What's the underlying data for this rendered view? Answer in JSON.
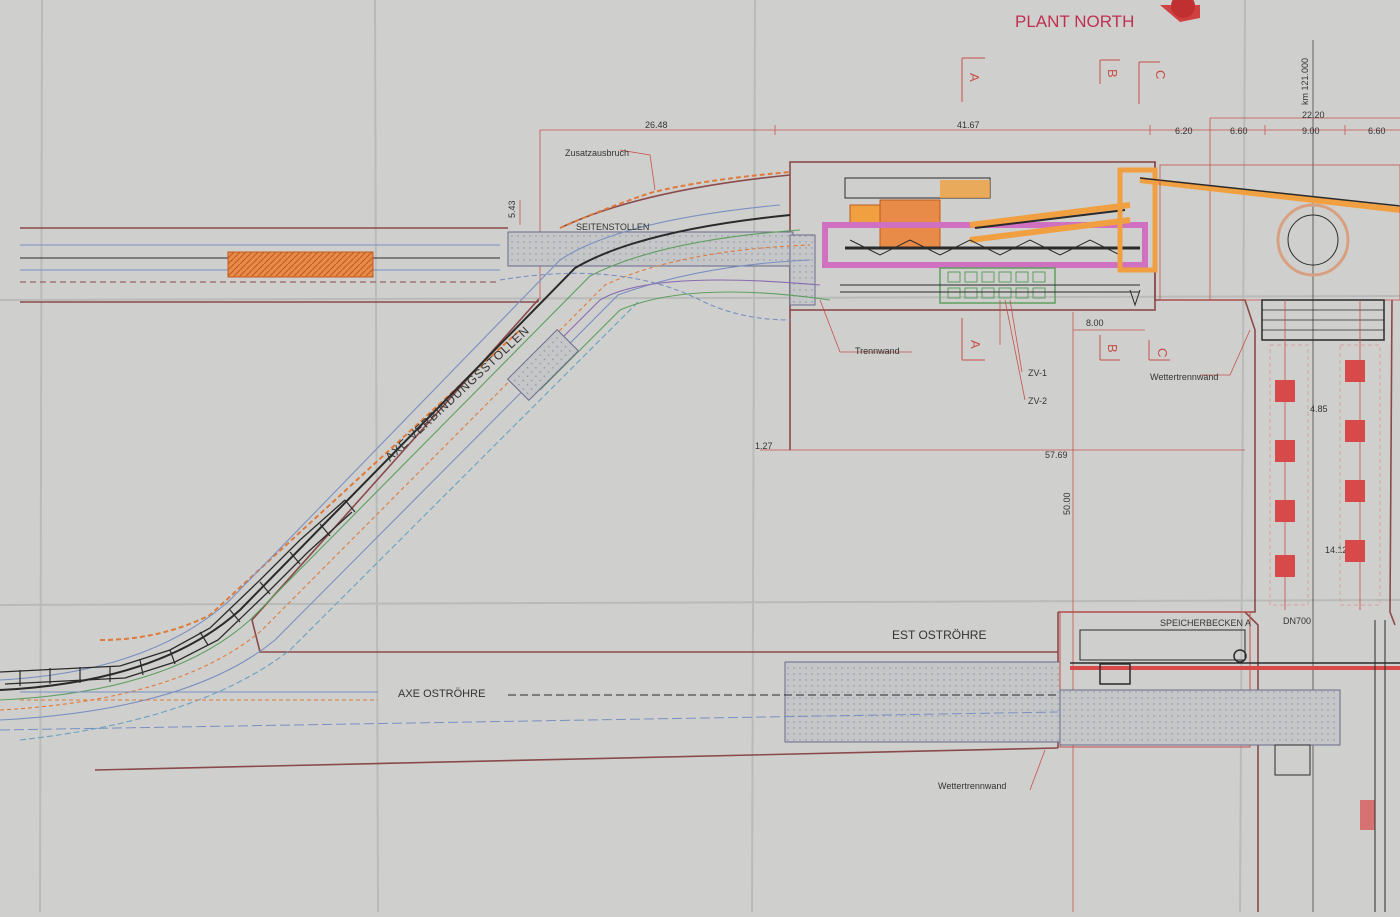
{
  "header": {
    "plant_north": "PLANT NORTH",
    "km_label": "km 121.000"
  },
  "section_letters": {
    "a_top": "A",
    "b_top": "B",
    "c_top": "C",
    "a_bottom": "A",
    "b_bottom": "B",
    "c_bottom": "C"
  },
  "dimensions": {
    "d_26_48": "26.48",
    "d_41_67": "41.67",
    "d_6_20": "6.20",
    "d_6_60_a": "6.60",
    "d_9_00": "9.00",
    "d_6_60_b": "6.60",
    "d_22_20": "22.20",
    "d_5_43": "5.43",
    "d_8_00": "8.00",
    "d_1_27": "1.27",
    "d_57_69": "57.69",
    "d_50_00": "50.00",
    "d_4_85": "4.85",
    "d_14_12": "14.12"
  },
  "labels": {
    "zusatzausbruch": "Zusatzausbruch",
    "seitenstollen": "SEITENSTOLLEN",
    "trennwand": "Trennwand",
    "zv1": "ZV-1",
    "zv2": "ZV-2",
    "wettertrennwand_top": "Wettertrennwand",
    "wettertrennwand_bottom": "Wettertrennwand",
    "axe_verbindungsstollen": "AXE VERBINDUNGSSTOLLEN",
    "est_ostroehre": "EST OSTRÖHRE",
    "axe_ostroehre": "AXE OSTRÖHRE",
    "speicherbecken": "SPEICHERBECKEN A",
    "dn700": "DN700"
  },
  "colors": {
    "paper": "#cfd0ce",
    "tunnel_wall": "#8a4a4a",
    "dimension_red": "#c8504a",
    "track_orange": "#e07a3a",
    "track_blue": "#7a8fc0",
    "track_green": "#5f9f5f",
    "track_black": "#2a2a2a",
    "equipment_orange": "#f0a040",
    "equipment_pink": "#d070c0",
    "brand_red": "#c03050"
  }
}
